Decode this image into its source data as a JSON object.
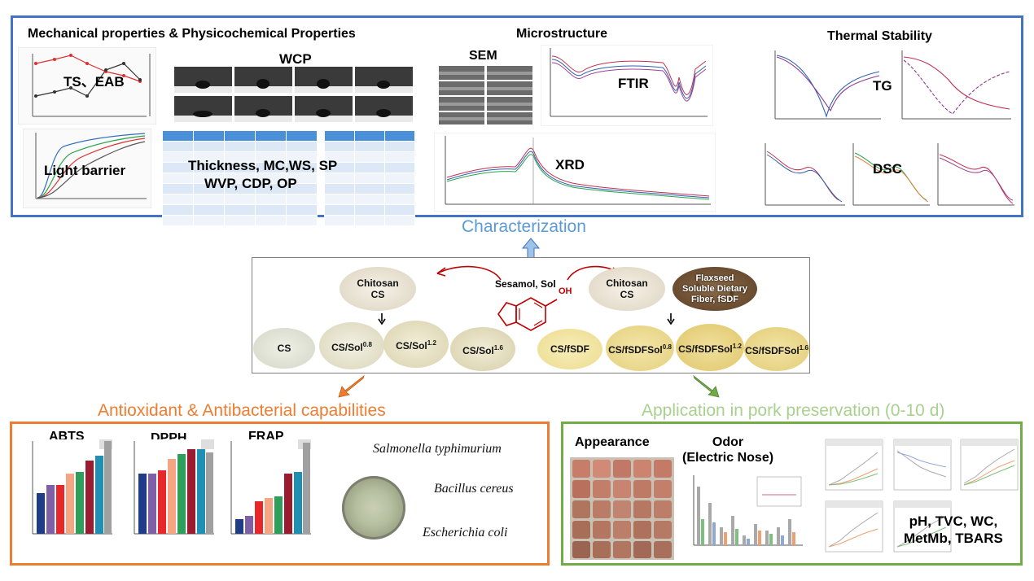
{
  "characterization": {
    "title": "Characterization",
    "mechanical": {
      "heading": "Mechanical properties & Physicochemical Properties",
      "ts_eab": "TS、EAB",
      "wcp": "WCP",
      "light_barrier": "Light barrier",
      "thickness": "Thickness, MC,WS, SP",
      "wvp": "WVP, CDP, OP"
    },
    "microstructure": {
      "heading": "Microstructure",
      "sem": "SEM",
      "ftir": "FTIR",
      "xrd": "XRD"
    },
    "thermal": {
      "heading": "Thermal Stability",
      "tg": "TG",
      "dsc": "DSC"
    }
  },
  "center": {
    "chitosan_left": "Chitosan\nCS",
    "sesamol": "Sesamol, Sol",
    "oh": "OH",
    "chitosan_right": "Chitosan\nCS",
    "fsdf": "Flaxseed\nSoluble Dietary\nFiber, fSDF",
    "films_left": [
      {
        "base": "CS",
        "sup": ""
      },
      {
        "base": "CS/Sol",
        "sup": "0.8"
      },
      {
        "base": "CS/Sol",
        "sup": "1.2"
      },
      {
        "base": "CS/Sol",
        "sup": "1.6"
      }
    ],
    "films_right": [
      {
        "base": "CS/fSDF",
        "sup": ""
      },
      {
        "base": "CS/fSDFSol",
        "sup": "0.8"
      },
      {
        "base": "CS/fSDFSol",
        "sup": "1.2"
      },
      {
        "base": "CS/fSDFSol",
        "sup": "1.6"
      }
    ]
  },
  "antioxidant": {
    "title": "Antioxidant & Antibacterial capabilities",
    "abts": "ABTS",
    "dpph": "DPPH",
    "frap": "FRAP",
    "species": [
      "Salmonella typhimurium",
      "Bacillus cereus",
      "Escherichia coli"
    ]
  },
  "application": {
    "title": "Application in pork preservation (0-10 d)",
    "appearance": "Appearance",
    "odor": "Odor\n(Electric Nose)",
    "indicators": "pH, TVC, WC,\nMetMb, TBARS"
  },
  "colors": {
    "blue_frame": "#4472c4",
    "orange_frame": "#ed7d31",
    "green_frame": "#70ad47",
    "char_title": "#5b9bd5",
    "anti_title": "#ed7d31",
    "app_title": "#a9d18e",
    "arrow_red": "#c00000"
  }
}
